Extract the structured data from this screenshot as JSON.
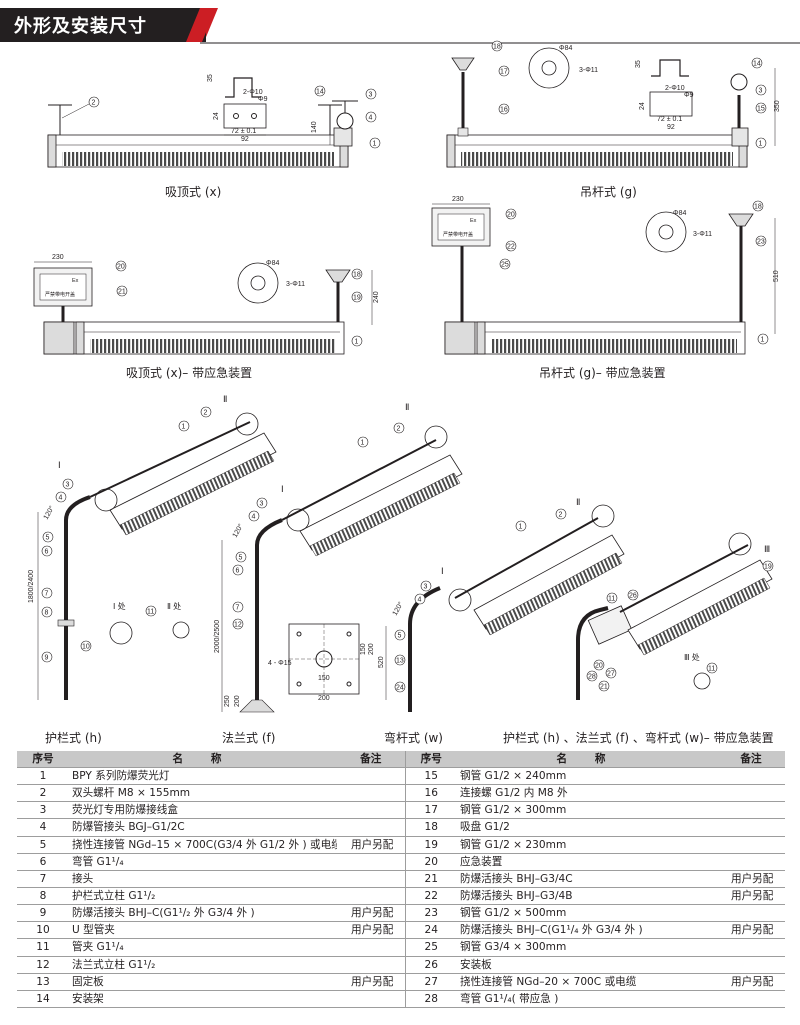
{
  "header": {
    "title": "外形及安装尺寸"
  },
  "figures": {
    "f1": {
      "caption": "吸顶式 (x)",
      "dims": [
        "35",
        "2-Φ10",
        "Φ9",
        "24",
        "72 ± 0.1",
        "92",
        "140"
      ],
      "callouts": [
        "1",
        "2",
        "3",
        "4",
        "14"
      ]
    },
    "f2": {
      "caption": "吊杆式 (g)",
      "dims": [
        "Φ84",
        "3-Φ11",
        "35",
        "2-Φ10",
        "Φ9",
        "24",
        "72 ± 0.1",
        "92",
        "350"
      ],
      "callouts": [
        "1",
        "3",
        "14",
        "15",
        "16",
        "17",
        "18"
      ]
    },
    "f3": {
      "caption": "吸顶式 (x)– 带应急装置",
      "dims": [
        "230",
        "Φ84",
        "3-Φ11",
        "240"
      ],
      "callouts": [
        "1",
        "18",
        "19",
        "20",
        "21"
      ],
      "box_text": [
        "Ex",
        "严禁带电开盖"
      ]
    },
    "f4": {
      "caption": "吊杆式 (g)– 带应急装置",
      "dims": [
        "230",
        "Φ84",
        "3-Φ11",
        "510"
      ],
      "callouts": [
        "1",
        "18",
        "20",
        "22",
        "23",
        "25"
      ],
      "box_text": [
        "Ex",
        "严禁带电开盖"
      ]
    },
    "f5": {
      "caption": "护栏式 (h)",
      "dims": [
        "120°",
        "1800/2400"
      ],
      "callouts": [
        "1",
        "2",
        "3",
        "4",
        "5",
        "6",
        "7",
        "8",
        "9",
        "10",
        "11",
        "Ⅰ",
        "Ⅱ"
      ],
      "detail_labels": [
        "Ⅰ 处",
        "Ⅱ 处"
      ]
    },
    "f6": {
      "caption": "法兰式 (f)",
      "dims": [
        "120°",
        "2000/2500",
        "250",
        "200",
        "4 - Φ15",
        "150",
        "200",
        "150",
        "200"
      ],
      "callouts": [
        "1",
        "2",
        "3",
        "4",
        "5",
        "6",
        "7",
        "12",
        "Ⅰ",
        "Ⅱ"
      ]
    },
    "f7": {
      "caption": "弯杆式 (w)",
      "dims": [
        "120°",
        "520"
      ],
      "callouts": [
        "1",
        "2",
        "3",
        "4",
        "5",
        "13",
        "24",
        "Ⅰ",
        "Ⅱ"
      ]
    },
    "f8": {
      "caption": "护栏式 (h) 、法兰式 (f) 、弯杆式 (w)– 带应急装置",
      "callouts": [
        "11",
        "19",
        "20",
        "21",
        "26",
        "27",
        "28",
        "Ⅲ"
      ],
      "detail_labels": [
        "Ⅲ 处"
      ]
    }
  },
  "table": {
    "headers": [
      "序号",
      "名 称",
      "备注",
      "序号",
      "名 称",
      "备注"
    ],
    "rows": [
      [
        "1",
        "BPY 系列防爆荧光灯",
        "",
        "15",
        "钢管 G1/2 × 240mm",
        ""
      ],
      [
        "2",
        "双头螺杆 M8 × 155mm",
        "",
        "16",
        "连接螺 G1/2 内 M8 外",
        ""
      ],
      [
        "3",
        "荧光灯专用防爆接线盒",
        "",
        "17",
        "钢管 G1/2 × 300mm",
        ""
      ],
      [
        "4",
        "防爆管接头 BGJ–G1/2C",
        "",
        "18",
        "吸盘 G1/2",
        ""
      ],
      [
        "5",
        "挠性连接管 NGd–15 × 700C(G3/4 外 G1/2 外 ) 或电缆",
        "用户另配",
        "19",
        "钢管 G1/2 × 230mm",
        ""
      ],
      [
        "6",
        "弯管 G1¹/₄",
        "",
        "20",
        "应急装置",
        ""
      ],
      [
        "7",
        "接头",
        "",
        "21",
        "防爆活接头 BHJ–G3/4C",
        "用户另配"
      ],
      [
        "8",
        "护栏式立柱 G1¹/₂",
        "",
        "22",
        "防爆活接头 BHJ–G3/4B",
        "用户另配"
      ],
      [
        "9",
        "防爆活接头 BHJ–C(G1¹/₂ 外 G3/4 外 )",
        "用户另配",
        "23",
        "钢管 G1/2 × 500mm",
        ""
      ],
      [
        "10",
        "U 型管夹",
        "用户另配",
        "24",
        "防爆活接头 BHJ–C(G1¹/₄ 外 G3/4 外 )",
        "用户另配"
      ],
      [
        "11",
        "管夹 G1¹/₄",
        "",
        "25",
        "钢管 G3/4 × 300mm",
        ""
      ],
      [
        "12",
        "法兰式立柱 G1¹/₂",
        "",
        "26",
        "安装板",
        ""
      ],
      [
        "13",
        "固定板",
        "用户另配",
        "27",
        "挠性连接管 NGd–20 × 700C 或电缆",
        "用户另配"
      ],
      [
        "14",
        "安装架",
        "",
        "28",
        "弯管 G1¹/₄( 带应急 )",
        ""
      ]
    ]
  }
}
